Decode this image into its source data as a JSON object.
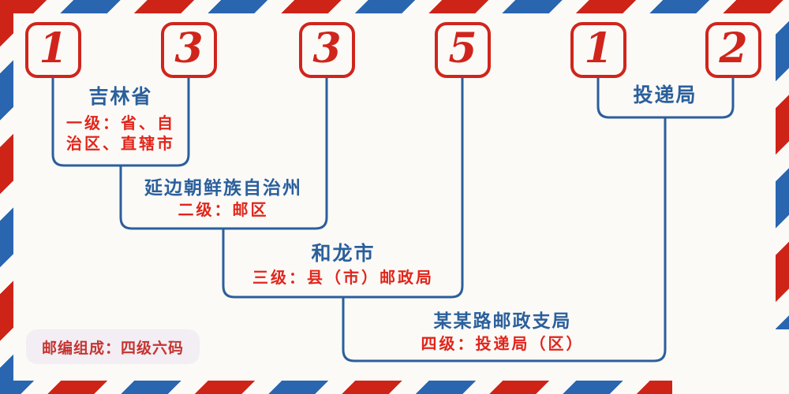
{
  "postal_code": {
    "value": "133512",
    "digits": [
      "1",
      "3",
      "3",
      "5",
      "1",
      "2"
    ]
  },
  "levels": [
    {
      "place": "吉林省",
      "desc": "一级：省、自治区、直辖市"
    },
    {
      "place": "延边朝鲜族自治州",
      "desc": "二级：邮区"
    },
    {
      "place": "和龙市",
      "desc": "三级：县（市）邮政局"
    },
    {
      "place": "某某路邮政支局",
      "desc": "四级：投递局（区）"
    }
  ],
  "delivery_office_label": "投递局",
  "footer_note": "邮编组成：四级六码",
  "colors": {
    "stripe_red": "#ce2418",
    "stripe_blue": "#2a65b0",
    "digit_red": "#d0251c",
    "connector_blue": "#2b5f9c",
    "place_text_blue": "#2b5f9c",
    "desc_text_red": "#e1251b",
    "footer_text_red": "#c53430",
    "footer_chip_bg": "#f2eef4",
    "background": "#fbfaf7"
  }
}
